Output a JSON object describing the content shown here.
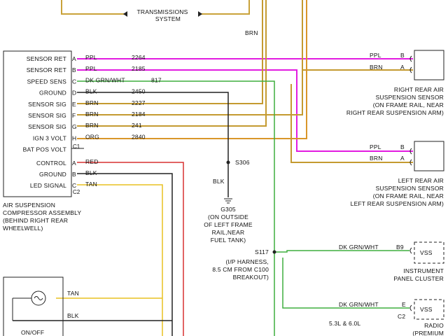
{
  "transmission": {
    "label_line1": "TRANSMISSIONS",
    "label_line2": "SYSTEM"
  },
  "compressor": {
    "pins_c1": [
      {
        "name": "SENSOR RET",
        "pin": "A",
        "color": "PPL",
        "circuit": "2264"
      },
      {
        "name": "SENSOR RET",
        "pin": "B",
        "color": "PPL",
        "circuit": "2185"
      },
      {
        "name": "SPEED SENS",
        "pin": "C",
        "color": "DK GRN/WHT",
        "circuit": "817"
      },
      {
        "name": "GROUND",
        "pin": "D",
        "color": "BLK",
        "circuit": "2450"
      },
      {
        "name": "SENSOR SIG",
        "pin": "E",
        "color": "BRN",
        "circuit": "2227"
      },
      {
        "name": "SENSOR SIG",
        "pin": "F",
        "color": "BRN",
        "circuit": "2184"
      },
      {
        "name": "SENSOR SIG",
        "pin": "G",
        "color": "BRN",
        "circuit": "241"
      },
      {
        "name": "IGN 3 VOLT",
        "pin": "H",
        "color": "ORG",
        "circuit": "2840"
      },
      {
        "name": "BAT POS VOLT",
        "pin": "",
        "color": "",
        "circuit": ""
      }
    ],
    "c1_label": "C1",
    "pins_c2": [
      {
        "name": "CONTROL",
        "pin": "A",
        "color": "RED"
      },
      {
        "name": "GROUND",
        "pin": "B",
        "color": "BLK"
      },
      {
        "name": "LED SIGNAL",
        "pin": "C",
        "color": "TAN"
      }
    ],
    "c2_label": "C2",
    "caption": [
      "AIR SUSPENSION",
      "COMPRESSOR ASSEMBLY",
      "(BEHIND RIGHT REAR",
      "WHEELWELL)"
    ]
  },
  "wires": {
    "brn_vertical": "BRN",
    "blk_vertical": "BLK"
  },
  "right_sensor": {
    "wire_ppl": "PPL",
    "pin_b": "B",
    "wire_brn": "BRN",
    "pin_a": "A",
    "caption": [
      "RIGHT REAR AIR",
      "SUSPENSION SENSOR",
      "(ON FRAME RAIL, NEAR",
      "RIGHT REAR SUSPENSION ARM)"
    ]
  },
  "left_sensor": {
    "wire_ppl": "PPL",
    "pin_b": "B",
    "wire_brn": "BRN",
    "pin_a": "A",
    "caption": [
      "LEFT REAR AIR",
      "SUSPENSION SENSOR",
      "(ON FRAME RAIL, NEAR",
      "LEFT REAR SUSPENSION ARM)"
    ]
  },
  "splice_s306": "S306",
  "ground_g305": {
    "label": "G305",
    "caption": [
      "(ON OUTSIDE",
      "OF LEFT FRAME",
      "RAIL,NEAR",
      "FUEL TANK)"
    ]
  },
  "splice_s117": {
    "label": "S117",
    "caption": [
      "(I/P HARNESS,",
      "8.5 CM FROM C100",
      "BREAKOUT)"
    ]
  },
  "vss_cluster": {
    "wire": "DK GRN/WHT",
    "pin": "B9",
    "vss": "VSS",
    "caption": [
      "INSTRUMENT",
      "PANEL CLUSTER"
    ]
  },
  "vss_radio": {
    "wire": "DK GRN/WHT",
    "pin": "E",
    "conn": "C2",
    "vss": "VSS",
    "caption": [
      "RADIO",
      "(PREMIUM"
    ]
  },
  "engine_note": "5.3L & 6.0L",
  "switch": {
    "wire_tan": "TAN",
    "wire_blk": "BLK",
    "label": "ON/OFF"
  },
  "colors": {
    "ppl": "#e21ce0",
    "grn": "#3fae3f",
    "brn": "#c49a30",
    "yel": "#e8c020",
    "red": "#d93030",
    "blk": "#222222",
    "org": "#d9962a"
  }
}
